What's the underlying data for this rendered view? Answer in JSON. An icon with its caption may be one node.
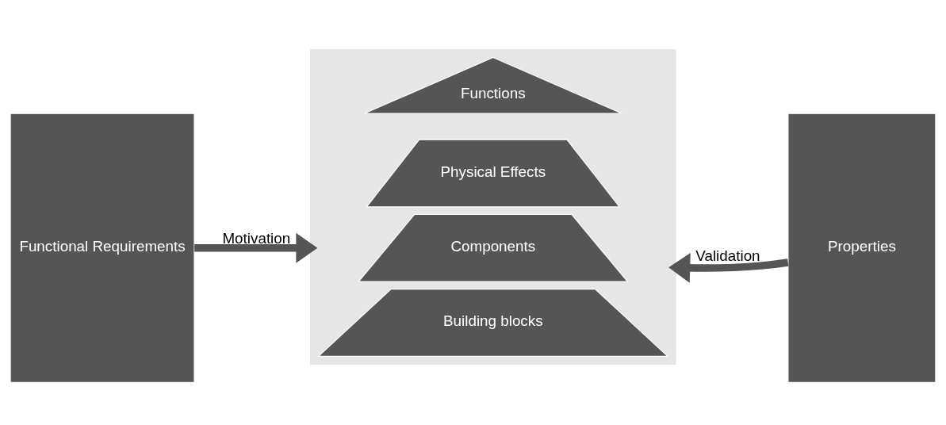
{
  "diagram": {
    "nodes": [
      {
        "text": [
          "Functional Requirements"
        ]
      },
      {
        "text": [],
        "shape": "triangle"
      },
      {
        "text": [
          "Functions"
        ],
        "in": 1
      },
      {
        "text": [
          "Physical Effects"
        ],
        "in": 1
      },
      {
        "text": [
          "Components"
        ],
        "in": 1
      },
      {
        "text": [
          "Building blocks"
        ],
        "in": 1
      },
      {
        "text": [
          "Properties"
        ]
      }
    ],
    "edges": [
      {
        "from": 0,
        "to": 1,
        "arrow": "to",
        "label": "Motivation"
      },
      {
        "from": 6,
        "to": 1,
        "arrow": "to",
        "label": "Validation"
      }
    ]
  }
}
